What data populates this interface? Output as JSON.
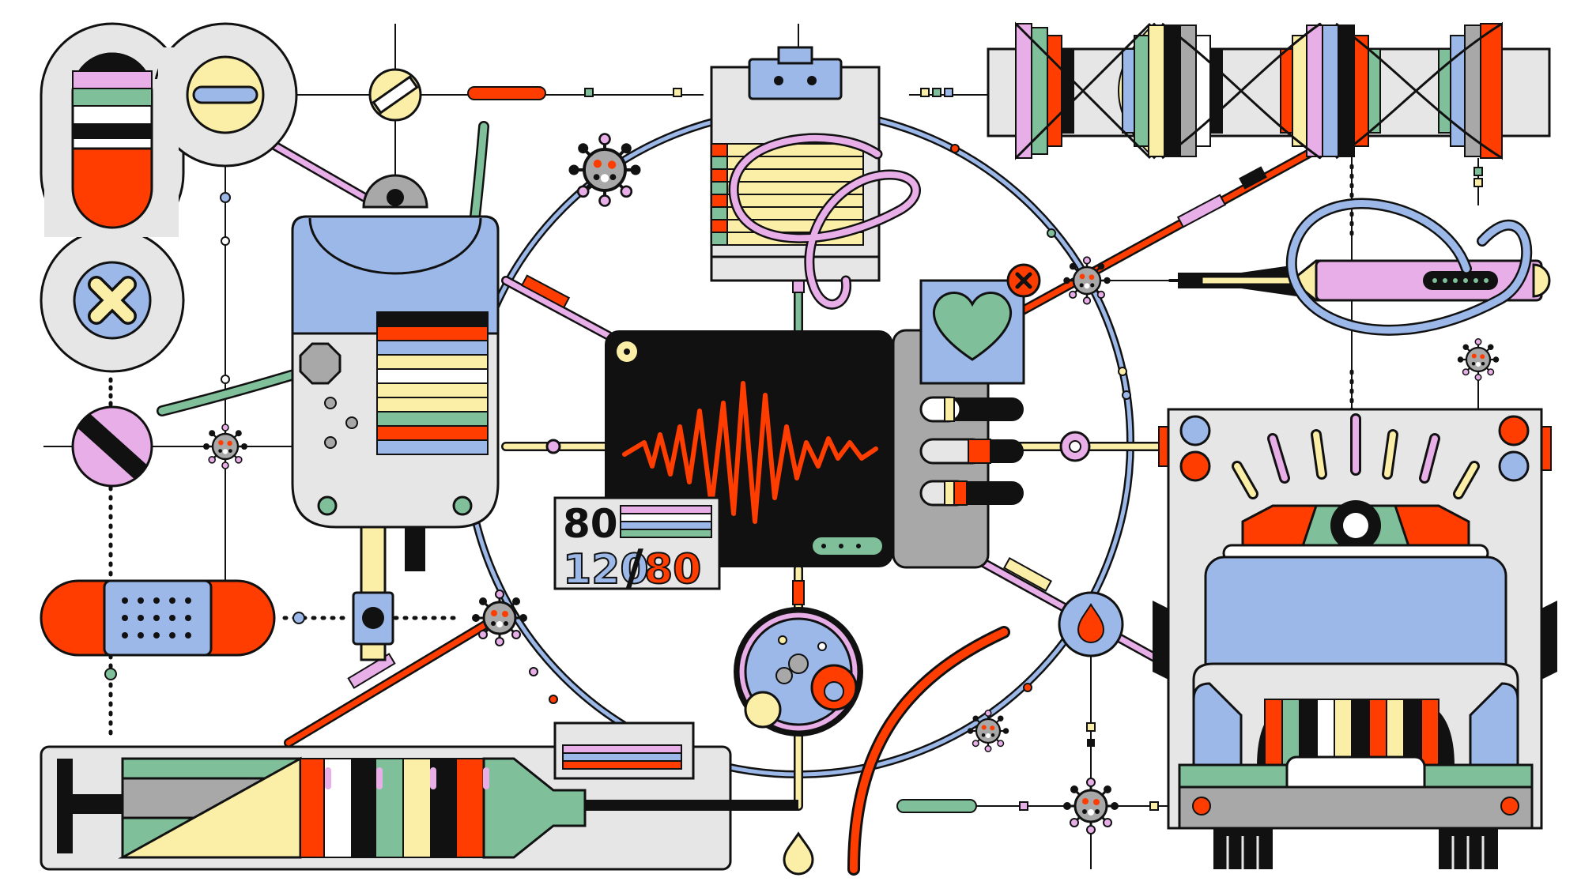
{
  "monitor": {
    "heart_rate": "80",
    "bp_systolic": "120",
    "bp_separator": "/",
    "bp_diastolic": "80"
  },
  "palette": {
    "ink": "#111111",
    "red": "#ff3d00",
    "blue": "#9bb8e8",
    "green": "#7fbf9a",
    "yellow": "#fbeea6",
    "pink": "#e8aee8",
    "gray": "#a8a8a8",
    "light_gray": "#e6e6e6"
  },
  "icons": [
    "pill-capsule-icon",
    "tablet-icon",
    "cross-tablet-icon",
    "iv-bag-icon",
    "clipboard-icon",
    "dna-helix-icon",
    "thermometer-icon",
    "heart-monitor-icon",
    "heart-icon",
    "virus-icon",
    "petri-dish-icon",
    "blood-drop-icon",
    "bandage-icon",
    "syringe-icon",
    "ambulance-icon",
    "water-drop-icon"
  ]
}
